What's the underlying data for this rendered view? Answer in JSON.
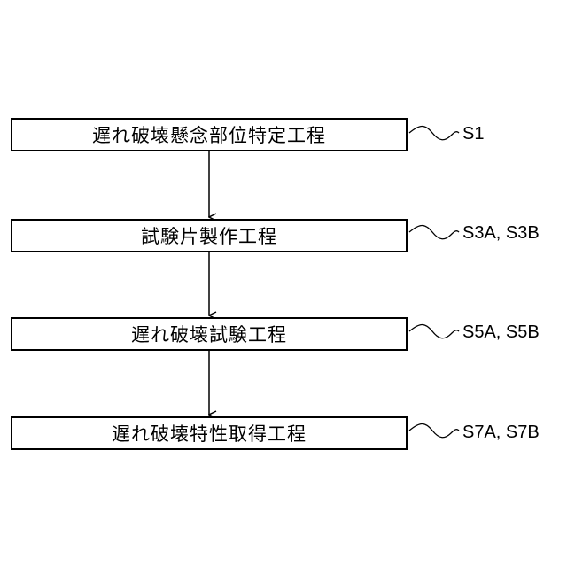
{
  "steps": [
    {
      "label": "遅れ破壊懸念部位特定工程",
      "code": "S1"
    },
    {
      "label": "試験片製作工程",
      "code": "S3A, S3B"
    },
    {
      "label": "遅れ破壊試験工程",
      "code": "S5A, S5B"
    },
    {
      "label": "遅れ破壊特性取得工程",
      "code": "S7A, S7B"
    }
  ],
  "colors": {
    "line": "#000000",
    "background": "#ffffff"
  }
}
